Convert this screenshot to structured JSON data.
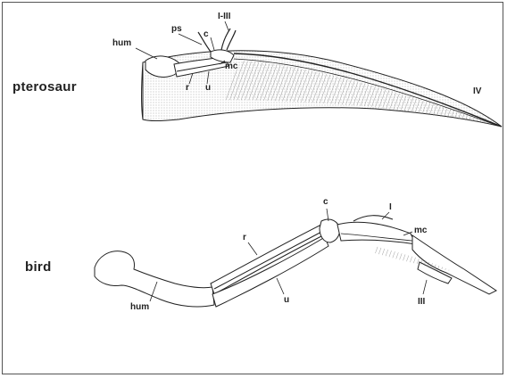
{
  "groups": {
    "pterosaur": "pterosaur",
    "bird": "bird"
  },
  "pterosaur_labels": {
    "hum": "hum",
    "ps": "ps",
    "digits_i_iii": "I-III",
    "c": "c",
    "mc": "mc",
    "r": "r",
    "u": "u",
    "iv": "IV"
  },
  "bird_labels": {
    "hum": "hum",
    "r": "r",
    "u": "u",
    "c": "c",
    "i": "I",
    "mc": "mc",
    "iii": "III"
  },
  "colors": {
    "ink": "#222222",
    "shade": "#777777",
    "frame": "#555555"
  }
}
